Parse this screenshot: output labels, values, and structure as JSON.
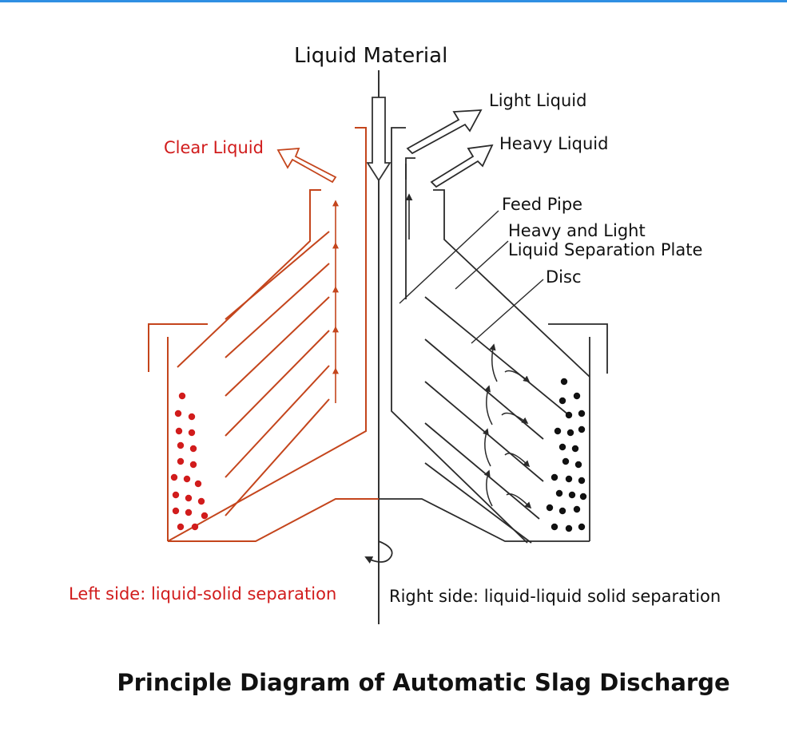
{
  "colors": {
    "red": "#d11c1c",
    "black": "#111111",
    "line_red": "#c4451c",
    "line_dark": "#2a2a2a",
    "accent_bar": "#2f8fe3"
  },
  "labels": {
    "liquid_material": "Liquid Material",
    "light_liquid": "Light Liquid",
    "heavy_liquid": "Heavy Liquid",
    "clear_liquid": "Clear Liquid",
    "feed_pipe": "Feed Pipe",
    "separation_plate_line1": "Heavy and Light",
    "separation_plate_line2": "Liquid Separation Plate",
    "disc": "Disc",
    "left_side": "Left side: liquid-solid separation",
    "right_side": "Right side: liquid-liquid solid separation"
  },
  "title": "Principle Diagram of Automatic Slag Discharge"
}
